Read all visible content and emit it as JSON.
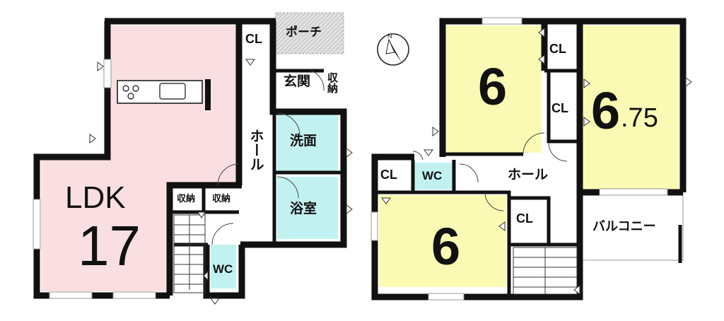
{
  "floor1": {
    "ldk_label": "LDK",
    "ldk_size": "17",
    "cl": "CL",
    "porch": "ポーチ",
    "entrance": "玄関",
    "storage_small": "収納",
    "hall": "ホール",
    "washroom": "洗面",
    "bathroom": "浴室",
    "storage_a": "収納",
    "storage_b": "収納",
    "wc": "WC"
  },
  "floor2": {
    "room_nw_size": "6",
    "room_ne_size_main": "6",
    "room_ne_size_frac": ".75",
    "room_sw_size": "6",
    "cl_1": "CL",
    "cl_2": "CL",
    "cl_3": "CL",
    "cl_4": "CL",
    "wc": "WC",
    "hall": "ホール",
    "balcony": "バルコニー"
  },
  "compass": {
    "north_label": "N"
  },
  "colors": {
    "ldk": "#f9dfe1",
    "bedroom": "#fafab4",
    "wet": "#c2f1f1",
    "porch": "#d9d9d9",
    "wall": "#111111"
  }
}
